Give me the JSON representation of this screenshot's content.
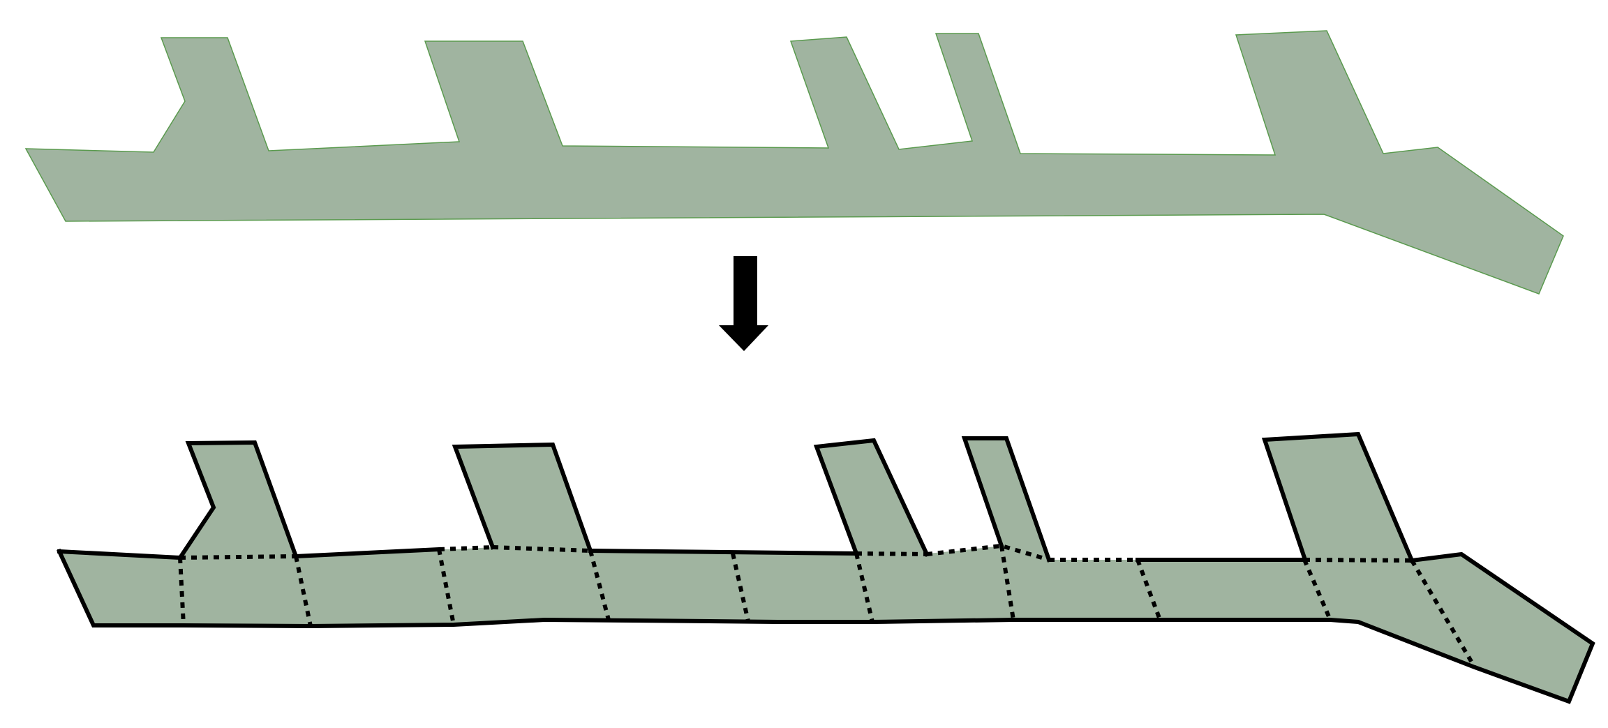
{
  "diagram": {
    "colors": {
      "shape_fill": "#a0b4a0",
      "original_outline": "#5a9a4e",
      "segmented_outline": "#000000",
      "arrow": "#000000",
      "background": "#ffffff"
    },
    "parts": {
      "original_shape": "polygon",
      "arrow": "down-arrow",
      "segmented_shape": "polygon-with-dashed-partitions"
    }
  }
}
